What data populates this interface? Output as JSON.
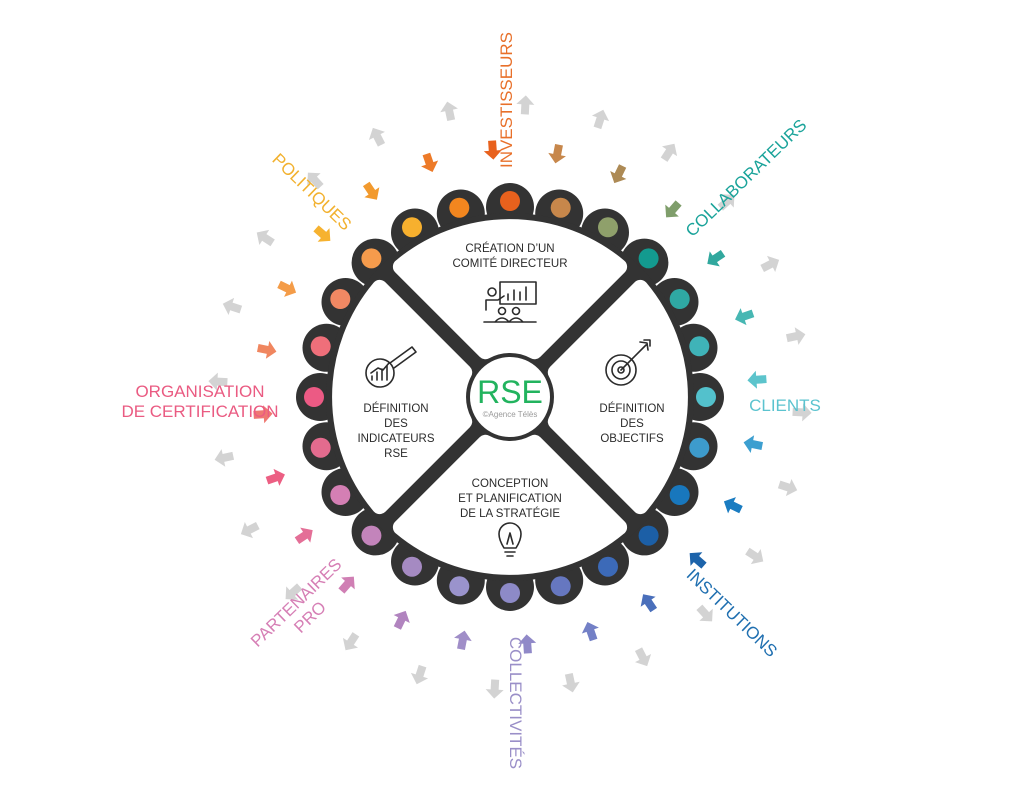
{
  "center": {
    "title": "RSE",
    "credit": "©Agence Télès",
    "title_color": "#22b35e"
  },
  "segments": {
    "top": [
      "CRÉATION D’UN",
      "COMITÉ DIRECTEUR"
    ],
    "left": [
      "DÉFINITION",
      "DES",
      "INDICATEURS",
      "RSE"
    ],
    "right": [
      "DÉFINITION",
      "DES",
      "OBJECTIFS"
    ],
    "bottom": [
      "CONCEPTION",
      "ET PLANIFICATION",
      "DE LA STRATÉGIE"
    ]
  },
  "segment_icons": {
    "top": "presentation-board-icon",
    "left": "magnifier-chart-icon",
    "right": "target-arrow-icon",
    "bottom": "lightbulb-icon"
  },
  "stakeholders": [
    {
      "id": "investisseurs",
      "lines": [
        "INVESTISSEURS"
      ],
      "color": "#e8702a"
    },
    {
      "id": "collaborateurs",
      "lines": [
        "COLLABORATEURS"
      ],
      "color": "#1aa39a"
    },
    {
      "id": "clients",
      "lines": [
        "CLIENTS"
      ],
      "color": "#5bc3cf"
    },
    {
      "id": "institutions",
      "lines": [
        "INSTITUTIONS"
      ],
      "color": "#1f6fb0"
    },
    {
      "id": "collectivites",
      "lines": [
        "COLLECTIVITÉS"
      ],
      "color": "#9a8fc8"
    },
    {
      "id": "partenaires-pro",
      "lines": [
        "PARTENAIRES",
        "PRO"
      ],
      "color": "#d67fb5"
    },
    {
      "id": "organisation-certification",
      "lines": [
        "ORGANISATION",
        "DE CERTIFICATION"
      ],
      "color": "#ea5b82"
    },
    {
      "id": "politiques",
      "lines": [
        "POLITIQUES"
      ],
      "color": "#f2b12e"
    }
  ],
  "gear": {
    "body_color": "#333333",
    "tooth_count": 24,
    "tooth_colors": [
      "#e8611d",
      "#c7874b",
      "#8fa06b",
      "#139a8f",
      "#2fa8a3",
      "#3fb3b8",
      "#53c1cc",
      "#3d9bcc",
      "#1877bd",
      "#1c5fa6",
      "#3c6ab8",
      "#6677c0",
      "#8d8ac7",
      "#9a93cc",
      "#a58ac2",
      "#c384bb",
      "#d47fb4",
      "#e36b8e",
      "#ec5a84",
      "#ef6f7a",
      "#f18863",
      "#f59b4c",
      "#f7b02e",
      "#f2861f"
    ],
    "arrow_colors": [
      "#e8611d",
      "#c7874b",
      "#ad8a55",
      "#7f9e6b",
      "#31a89e",
      "#47b7b3",
      "#5cc4cc",
      "#3c9fd0",
      "#1a7cc1",
      "#1c63aa",
      "#4a6fbb",
      "#7380c6",
      "#9089c8",
      "#a08ec8",
      "#b184bf",
      "#d07fb4",
      "#e46f97",
      "#ec5f83",
      "#ef7871",
      "#f0865f",
      "#f49c48",
      "#f6b230",
      "#f29a2e",
      "#ed7a28"
    ],
    "gray_arrow_color": "#d3d3d3"
  }
}
